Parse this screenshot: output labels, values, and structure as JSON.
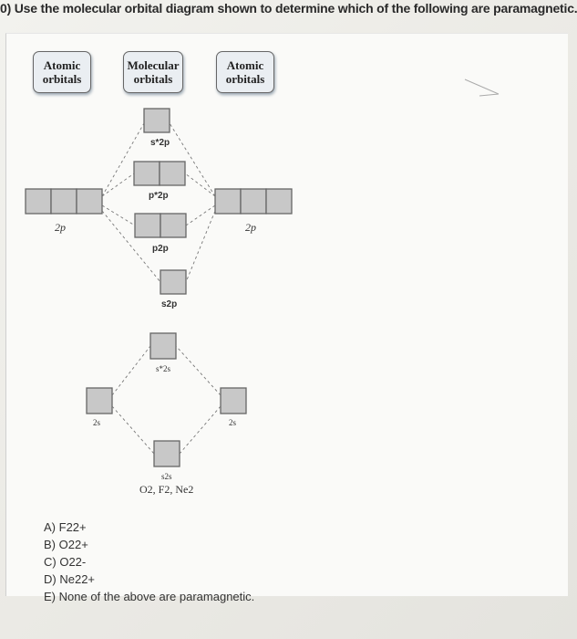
{
  "question": "0) Use the molecular orbital diagram shown to determine which of the following are paramagnetic.",
  "headers": {
    "left": "Atomic\norbitals",
    "middle": "Molecular\norbitals",
    "right": "Atomic\norbitals"
  },
  "orbital_labels": {
    "sigma_star_2p": "s*2p",
    "pi_star_2p": "p*2p",
    "pi_2p": "p2p",
    "sigma_2p": "s2p",
    "sigma_star_2s": "s*2s",
    "sigma_2s": "s2s",
    "left_2p": "2p",
    "right_2p": "2p",
    "left_2s": "2s",
    "right_2s": "2s",
    "molecules": "O2, F2, Ne2"
  },
  "answers": [
    {
      "letter": "A)",
      "text": "F22+"
    },
    {
      "letter": "B)",
      "text": "O22+"
    },
    {
      "letter": "C)",
      "text": "O22-"
    },
    {
      "letter": "D)",
      "text": "Ne22+"
    },
    {
      "letter": "E)",
      "text": "None of the above are paramagnetic."
    }
  ]
}
